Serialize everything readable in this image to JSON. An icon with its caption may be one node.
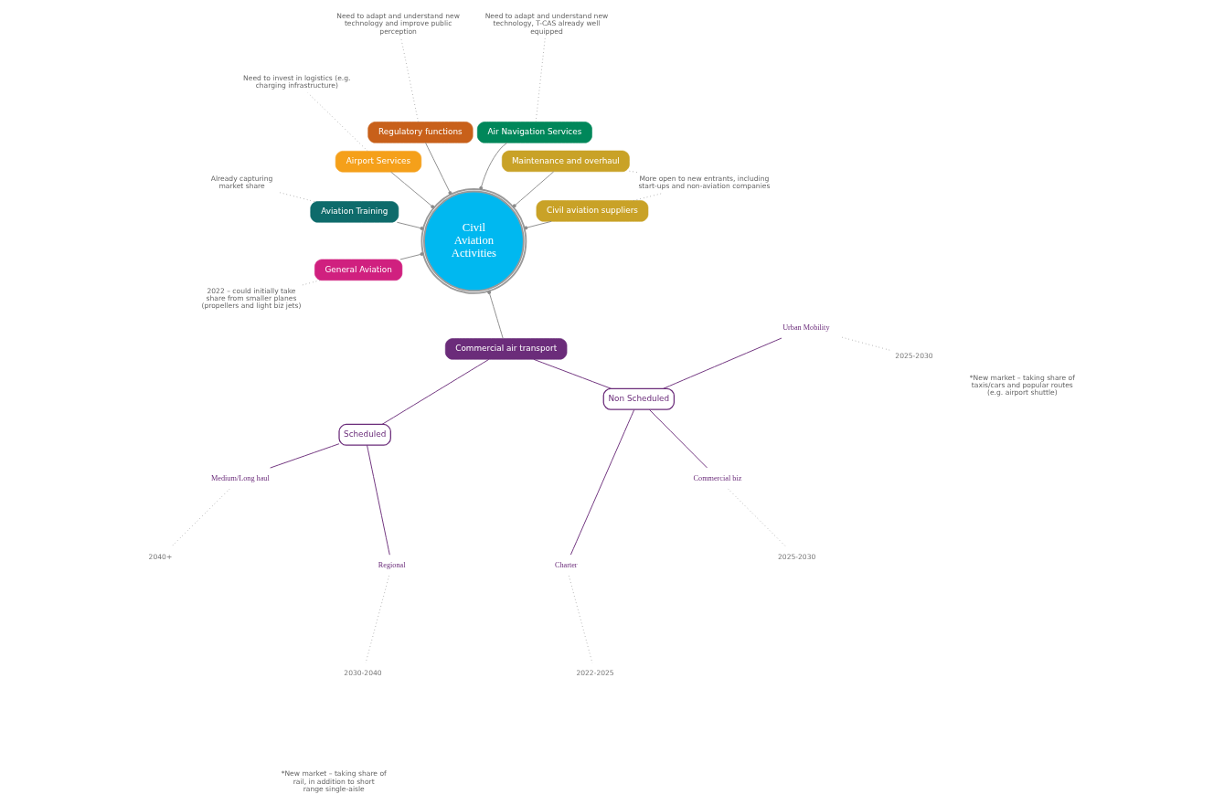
{
  "diagram": {
    "nodes": [
      {
        "text": [
          "Civil Aviation Activities"
        ]
      },
      {
        "text": [
          "Civil aviation suppliers"
        ]
      },
      {
        "text": [
          "Maintenance and overhaul"
        ]
      },
      {
        "text": [
          "More open to new entrants, including start-ups and non-aviation companies"
        ]
      },
      {
        "text": [
          "Air Navigation Services"
        ]
      },
      {
        "text": [
          "Need to adapt and understand new technology, T-CAS already well equipped"
        ]
      },
      {
        "text": [
          "Regulatory functions"
        ]
      },
      {
        "text": [
          "Need to adapt and understand new technology and improve public perception"
        ]
      },
      {
        "text": [
          "Airport Services"
        ]
      },
      {
        "text": [
          "Need to invest in logistics (e.g. charging infrastructure)"
        ]
      },
      {
        "text": [
          "Aviation Training"
        ]
      },
      {
        "text": [
          "Already capturing market share"
        ]
      },
      {
        "text": [
          "General Aviation"
        ]
      },
      {
        "text": [
          "2022 – could initially take share from smaller planes (propellers and light biz jets)"
        ]
      },
      {
        "text": [
          "Commercial air transport"
        ]
      },
      {
        "text": [
          "Scheduled"
        ]
      },
      {
        "text": [
          "Medium/Long haul"
        ]
      },
      {
        "text": [
          "Regional"
        ]
      },
      {
        "text": [
          "Non Scheduled"
        ]
      },
      {
        "text": [
          "Charter"
        ]
      },
      {
        "text": [
          "Commercial biz"
        ]
      },
      {
        "text": [
          "Urban Mobility"
        ]
      },
      {
        "text": [
          "2040+"
        ]
      },
      {
        "text": [
          "2030-2040"
        ]
      },
      {
        "text": [
          "2022-2025"
        ]
      },
      {
        "text": [
          "2025-2030"
        ]
      },
      {
        "text": [
          "2025-2030"
        ]
      }
    ],
    "edges": [
      {
        "from": 1,
        "to": 0,
        "arrow": "other"
      },
      {
        "from": 2,
        "to": 0,
        "arrow": "other"
      },
      {
        "from": 4,
        "to": 0,
        "arrow": "other"
      },
      {
        "from": 6,
        "to": 0,
        "arrow": "other"
      },
      {
        "from": 8,
        "to": 0,
        "arrow": "other"
      },
      {
        "from": 10,
        "to": 0,
        "arrow": "other"
      },
      {
        "from": 12,
        "to": 0,
        "arrow": "other"
      },
      {
        "from": 14,
        "to": 0,
        "arrow": "other"
      },
      {
        "from": 1,
        "to": 3,
        "arrow": "none",
        "style": "dashed"
      },
      {
        "from": 2,
        "to": 3,
        "arrow": "none",
        "style": "dashed"
      },
      {
        "from": 4,
        "to": 5,
        "arrow": "none",
        "style": "dashed"
      },
      {
        "from": 6,
        "to": 7,
        "arrow": "none",
        "style": "dashed"
      },
      {
        "from": 8,
        "to": 9,
        "arrow": "none",
        "style": "dashed"
      },
      {
        "from": 10,
        "to": 11,
        "arrow": "none",
        "style": "dashed"
      },
      {
        "from": 12,
        "to": 13,
        "arrow": "none",
        "style": "dashed"
      },
      {
        "from": 14,
        "to": 15,
        "arrow": "none",
        "color": "#6b2c7a"
      },
      {
        "from": 15,
        "to": 16,
        "arrow": "none",
        "color": "#6b2c7a"
      },
      {
        "from": 15,
        "to": 17,
        "arrow": "none",
        "color": "#6b2c7a"
      },
      {
        "from": 14,
        "to": 18,
        "arrow": "none",
        "color": "#6b2c7a"
      },
      {
        "from": 18,
        "to": 19,
        "arrow": "none",
        "color": "#6b2c7a"
      },
      {
        "from": 18,
        "to": 20,
        "arrow": "none",
        "color": "#6b2c7a"
      },
      {
        "from": 18,
        "to": 21,
        "arrow": "none",
        "color": "#6b2c7a"
      },
      {
        "from": 16,
        "to": 22,
        "arrow": "none",
        "style": "dashed"
      },
      {
        "from": 17,
        "to": 23,
        "arrow": "none",
        "style": "dashed"
      },
      {
        "from": 19,
        "to": 24,
        "arrow": "none",
        "style": "dashed"
      },
      {
        "from": 20,
        "to": 25,
        "arrow": "none",
        "style": "dashed"
      },
      {
        "from": 21,
        "to": 26,
        "arrow": "none",
        "style": "dashed"
      }
    ],
    "labels": [
      "*New market – taking share of rail, in addition to short range single-aisle",
      "*New market – taking share of taxis/cars and popular routes (e.g. airport shuttle)"
    ]
  }
}
